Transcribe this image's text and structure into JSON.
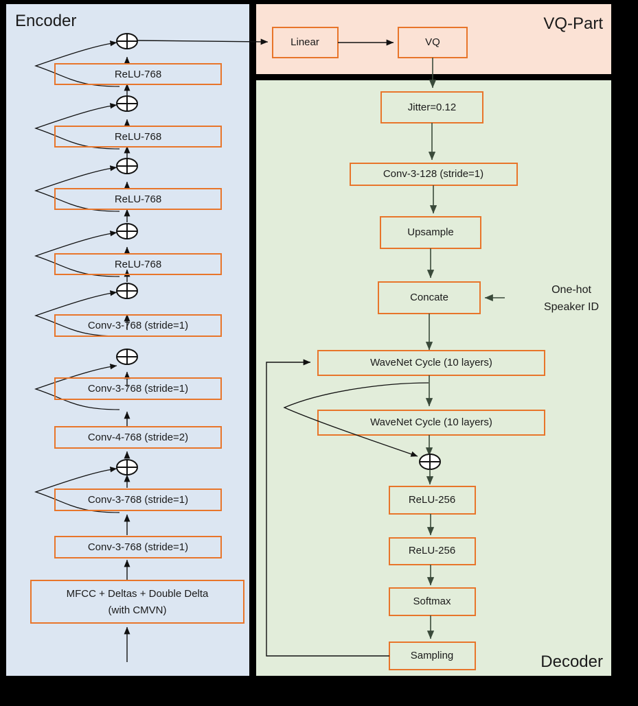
{
  "diagram": {
    "title": "VQ-VAE speech model architecture",
    "colors": {
      "encoder_panel": "#dce6f2",
      "vq_panel": "#fbe2d5",
      "decoder_panel": "#e2edda",
      "box_border": "#e8752a",
      "background": "#000000",
      "text": "#1a1a1a"
    },
    "panels": [
      {
        "id": "encoder",
        "title": "Encoder"
      },
      {
        "id": "vq",
        "title": "VQ-Part"
      },
      {
        "id": "decoder",
        "title": "Decoder"
      }
    ],
    "encoder": {
      "title": "Encoder",
      "blocks": [
        {
          "id": "enc-relu-1",
          "label": "ReLU-768"
        },
        {
          "id": "enc-relu-2",
          "label": "ReLU-768"
        },
        {
          "id": "enc-relu-3",
          "label": "ReLU-768"
        },
        {
          "id": "enc-relu-4",
          "label": "ReLU-768"
        },
        {
          "id": "enc-conv-1",
          "label": "Conv-3-768 (stride=1)"
        },
        {
          "id": "enc-conv-2",
          "label": "Conv-3-768 (stride=1)"
        },
        {
          "id": "enc-conv-3",
          "label": "Conv-4-768 (stride=2)"
        },
        {
          "id": "enc-conv-4",
          "label": "Conv-3-768 (stride=1)"
        },
        {
          "id": "enc-conv-5",
          "label": "Conv-3-768 (stride=1)"
        },
        {
          "id": "enc-input",
          "label": "MFCC + Deltas + Double Delta",
          "label2": "(with CMVN)"
        }
      ],
      "adders": 6,
      "adder_symbol": "plus-in-circle"
    },
    "vq": {
      "title": "VQ-Part",
      "blocks": [
        {
          "id": "vq-linear",
          "label": "Linear"
        },
        {
          "id": "vq-vq",
          "label": "VQ"
        }
      ]
    },
    "decoder": {
      "title": "Decoder",
      "blocks": [
        {
          "id": "dec-jitter",
          "label": "Jitter=0.12"
        },
        {
          "id": "dec-conv",
          "label": "Conv-3-128 (stride=1)"
        },
        {
          "id": "dec-upsample",
          "label": "Upsample"
        },
        {
          "id": "dec-concate",
          "label": "Concate"
        },
        {
          "id": "dec-wavenet-1",
          "label": "WaveNet Cycle (10 layers)"
        },
        {
          "id": "dec-wavenet-2",
          "label": "WaveNet Cycle (10 layers)"
        },
        {
          "id": "dec-relu-1",
          "label": "ReLU-256"
        },
        {
          "id": "dec-relu-2",
          "label": "ReLU-256"
        },
        {
          "id": "dec-softmax",
          "label": "Softmax"
        },
        {
          "id": "dec-sampling",
          "label": "Sampling"
        }
      ],
      "side_input": {
        "id": "speaker-id",
        "line1": "One-hot",
        "line2": "Speaker ID"
      },
      "adders": 1
    }
  }
}
